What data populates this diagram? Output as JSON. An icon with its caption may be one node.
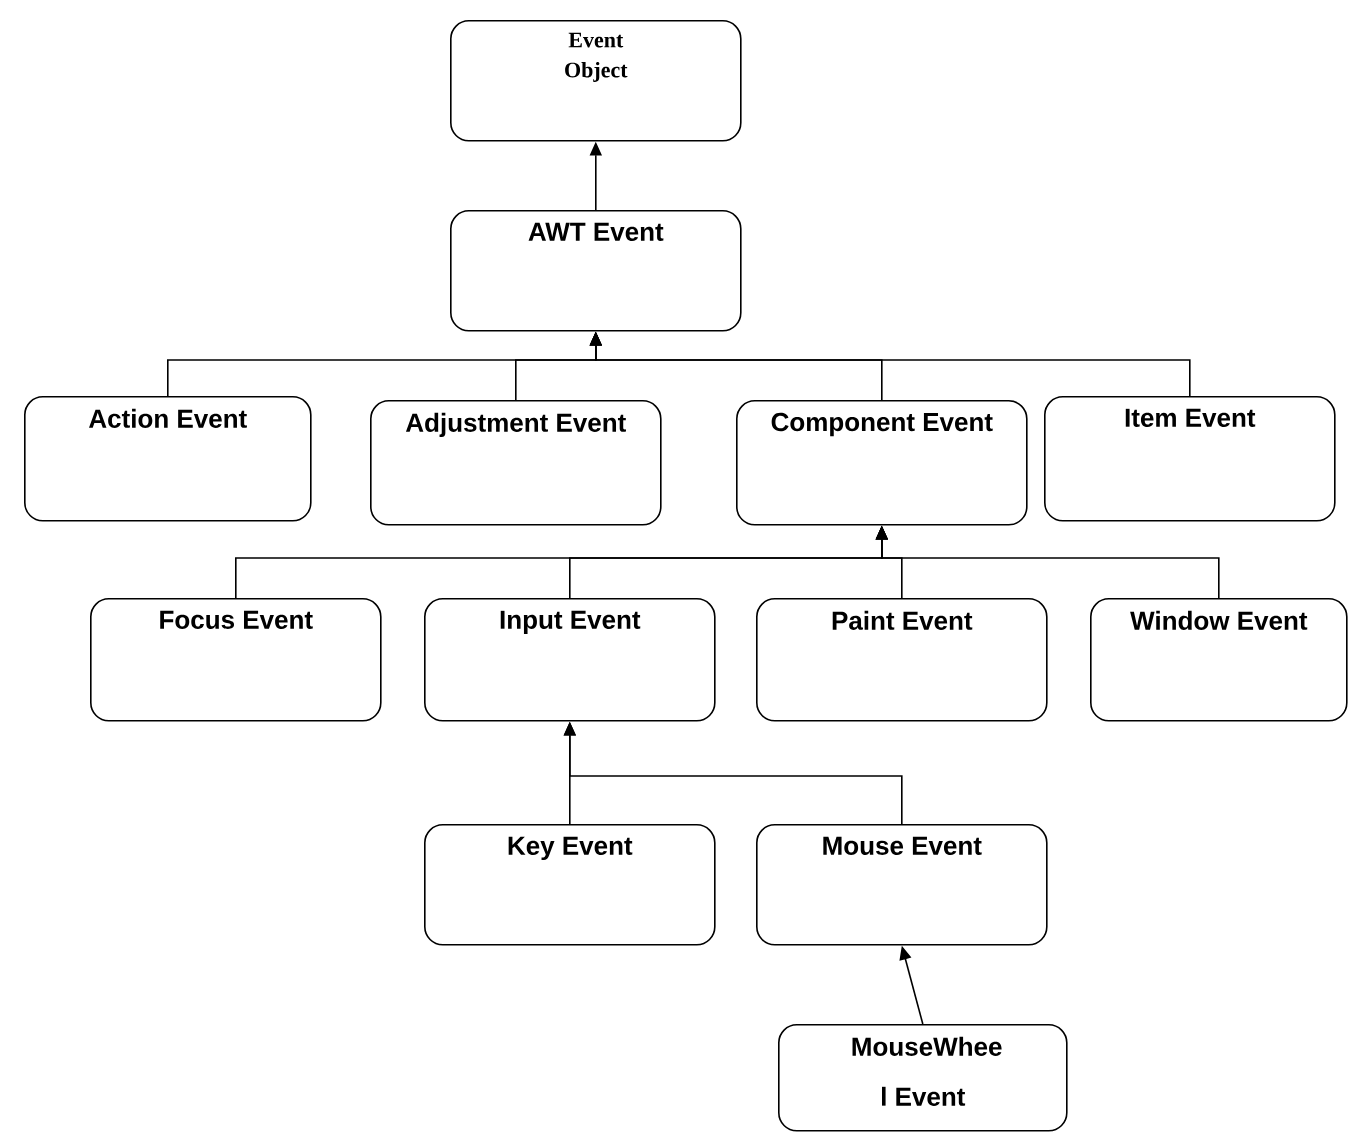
{
  "diagram": {
    "nodes": [
      {
        "text": [
          "Event Object"
        ]
      },
      {
        "text": [
          "AWT Event"
        ]
      },
      {
        "text": [
          "Action Event"
        ]
      },
      {
        "text": [
          "Adjustment Event"
        ]
      },
      {
        "text": [
          "Component Event"
        ]
      },
      {
        "text": [
          "Item Event"
        ]
      },
      {
        "text": [
          "Focus Event"
        ]
      },
      {
        "text": [
          "Input Event"
        ]
      },
      {
        "text": [
          "Paint Event"
        ]
      },
      {
        "text": [
          "Window Event"
        ]
      },
      {
        "text": [
          "Key Event"
        ]
      },
      {
        "text": [
          "Mouse Event"
        ]
      },
      {
        "text": [
          "MouseWhee l Event"
        ]
      }
    ],
    "edges": [
      {
        "from": 1,
        "to": 0,
        "arrow": "to"
      },
      {
        "from": 2,
        "to": 1,
        "arrow": "to"
      },
      {
        "from": 3,
        "to": 1,
        "arrow": "to"
      },
      {
        "from": 4,
        "to": 1,
        "arrow": "to"
      },
      {
        "from": 5,
        "to": 1,
        "arrow": "to"
      },
      {
        "from": 6,
        "to": 4,
        "arrow": "to"
      },
      {
        "from": 7,
        "to": 4,
        "arrow": "to"
      },
      {
        "from": 8,
        "to": 4,
        "arrow": "to"
      },
      {
        "from": 9,
        "to": 4,
        "arrow": "to"
      },
      {
        "from": 10,
        "to": 7,
        "arrow": "to"
      },
      {
        "from": 11,
        "to": 7,
        "arrow": "to"
      },
      {
        "from": 12,
        "to": 11,
        "arrow": "to"
      }
    ]
  }
}
